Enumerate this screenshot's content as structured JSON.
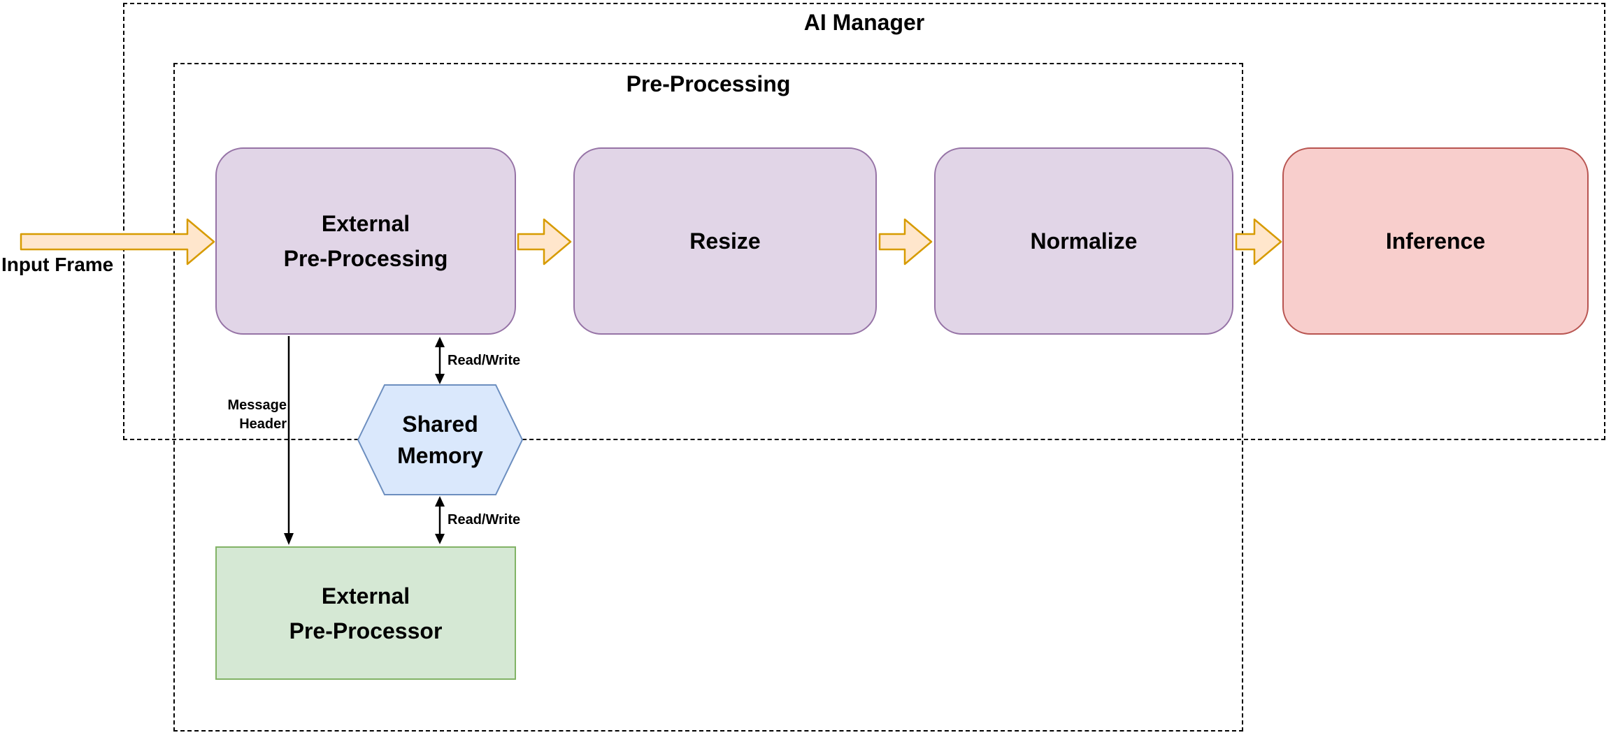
{
  "diagram": {
    "containers": {
      "ai_manager": {
        "label": "AI Manager"
      },
      "pre_processing": {
        "label": "Pre-Processing"
      }
    },
    "nodes": {
      "external_pre_processing": {
        "label": "External\nPre-Processing",
        "shape": "rounded-rect",
        "fill": "#E1D5E7",
        "stroke": "#9673A6"
      },
      "resize": {
        "label": "Resize",
        "shape": "rounded-rect",
        "fill": "#E1D5E7",
        "stroke": "#9673A6"
      },
      "normalize": {
        "label": "Normalize",
        "shape": "rounded-rect",
        "fill": "#E1D5E7",
        "stroke": "#9673A6"
      },
      "inference": {
        "label": "Inference",
        "shape": "rounded-rect",
        "fill": "#F8CECC",
        "stroke": "#B85450"
      },
      "shared_memory": {
        "label": "Shared\nMemory",
        "shape": "hexagon",
        "fill": "#DAE8FC",
        "stroke": "#6C8EBF"
      },
      "external_pre_processor": {
        "label": "External\nPre-Processor",
        "shape": "rect",
        "fill": "#D5E8D4",
        "stroke": "#82B366"
      }
    },
    "edges": {
      "input_frame": {
        "label": "Input Frame",
        "type": "block-arrow"
      },
      "read_write_top": {
        "label": "Read/Write",
        "type": "double-arrow"
      },
      "read_write_bottom": {
        "label": "Read/Write",
        "type": "double-arrow"
      },
      "message_header": {
        "label": "Message\nHeader",
        "type": "arrow"
      }
    },
    "colors": {
      "block_arrow_fill": "#FFE6CC",
      "block_arrow_stroke": "#D79B00",
      "dashed_border": "#000000",
      "connector": "#000000"
    }
  }
}
